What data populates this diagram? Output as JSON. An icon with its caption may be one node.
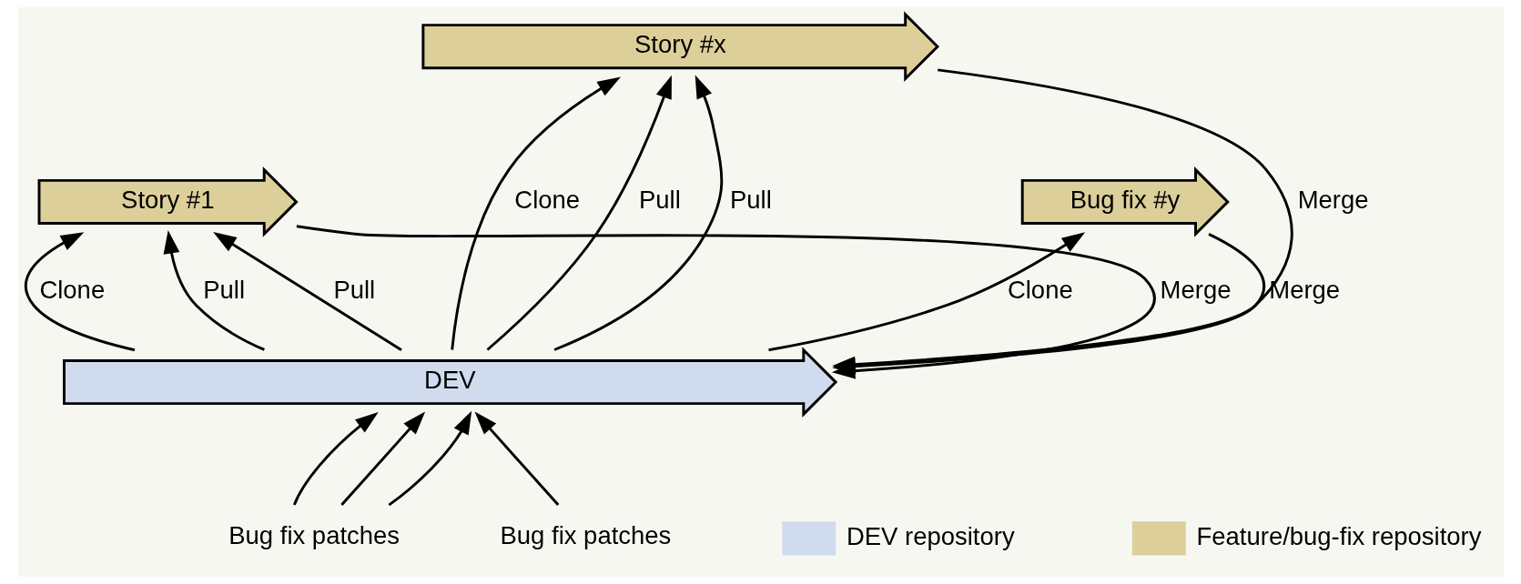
{
  "diagram": {
    "nodes": [
      {
        "text": [
          "DEV"
        ]
      },
      {
        "text": [
          "Story #1"
        ]
      },
      {
        "text": [
          "Story #x"
        ]
      },
      {
        "text": [
          "Bug fix #y"
        ]
      },
      {
        "text": [
          "Bug fix patches"
        ]
      },
      {
        "text": [
          "Bug fix patches"
        ]
      }
    ],
    "edges": [
      {
        "from": 0,
        "to": 1,
        "arrow": "to",
        "label": "Clone"
      },
      {
        "from": 0,
        "to": 2,
        "arrow": "to",
        "label": "Clone"
      },
      {
        "from": 0,
        "to": 1,
        "arrow": "to",
        "label": "Pull"
      },
      {
        "from": 0,
        "to": 2,
        "arrow": "to",
        "label": "Pull"
      },
      {
        "from": 0,
        "to": 1,
        "arrow": "to",
        "label": "Pull"
      },
      {
        "from": 1,
        "to": 0,
        "arrow": "to",
        "label": "Merge"
      },
      {
        "from": 0,
        "to": 2,
        "arrow": "to",
        "label": "Pull"
      },
      {
        "from": 0,
        "to": 3,
        "arrow": "to",
        "label": "Clone"
      },
      {
        "from": 3,
        "to": 0,
        "arrow": "to",
        "label": "Merge"
      },
      {
        "from": 2,
        "to": 0,
        "arrow": "to",
        "label": "Merge"
      },
      {
        "from": 4,
        "to": 0,
        "arrow": "to"
      },
      {
        "from": 4,
        "to": 0,
        "arrow": "to"
      },
      {
        "from": 4,
        "to": 0,
        "arrow": "to"
      },
      {
        "from": 5,
        "to": 0,
        "arrow": "to"
      }
    ],
    "legend": [
      {
        "text": "DEV repository",
        "color": "#d0dced"
      },
      {
        "text": "Feature/bug-fix repository",
        "color": "#dccf9a"
      }
    ]
  }
}
